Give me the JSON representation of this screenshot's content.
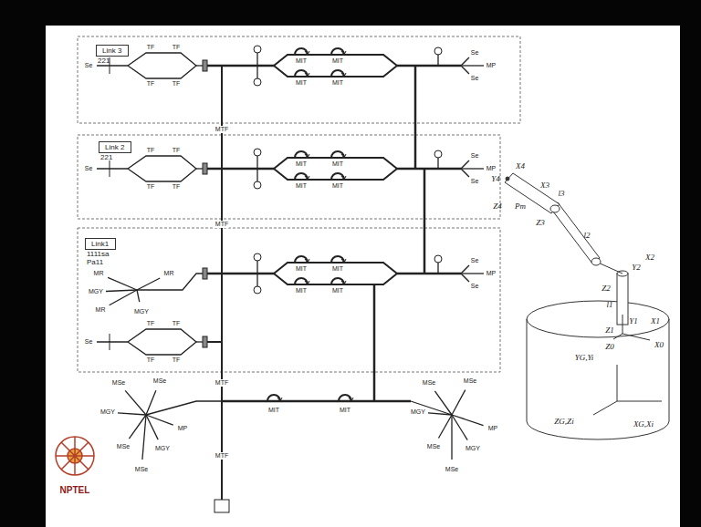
{
  "diagram": {
    "nodes": [
      {
        "text": [
          "Link 3",
          "221"
        ]
      },
      {
        "text": [
          "Link 2",
          "221"
        ]
      },
      {
        "text": [
          "Link1",
          "1111sa",
          "Pa11"
        ]
      }
    ],
    "labels": [
      "Se",
      "TF",
      "TF",
      "TF",
      "TF",
      "MIT",
      "MIT",
      "MIT",
      "MIT",
      "Se",
      "Se",
      "MP",
      "MTF",
      "Se",
      "TF",
      "TF",
      "TF",
      "TF",
      "MIT",
      "MIT",
      "MIT",
      "MIT",
      "Se",
      "Se",
      "MP",
      "MTF",
      "MR",
      "MGY",
      "MR",
      "MGY",
      "MR",
      "Se",
      "TF",
      "TF",
      "TF",
      "TF",
      "MIT",
      "MIT",
      "MIT",
      "MIT",
      "Se",
      "Se",
      "MP",
      "MTF",
      "MIT",
      "MIT",
      "MSe",
      "MSe",
      "MGY",
      "MSe",
      "MGY",
      "MSe",
      "MP",
      "MSe",
      "MSe",
      "MGY",
      "MSe",
      "MGY",
      "MSe",
      "MP",
      "MTF",
      "Y4",
      "X4",
      "Z4",
      "Pm",
      "X3",
      "l3",
      "Z3",
      "l2",
      "X2",
      "Y2",
      "Z2",
      "l1",
      "Y1",
      "Z1",
      "X1",
      "Z0",
      "X0",
      "YG,Yi",
      "ZG,Zi",
      "XG,Xi",
      "NPTEL"
    ]
  }
}
